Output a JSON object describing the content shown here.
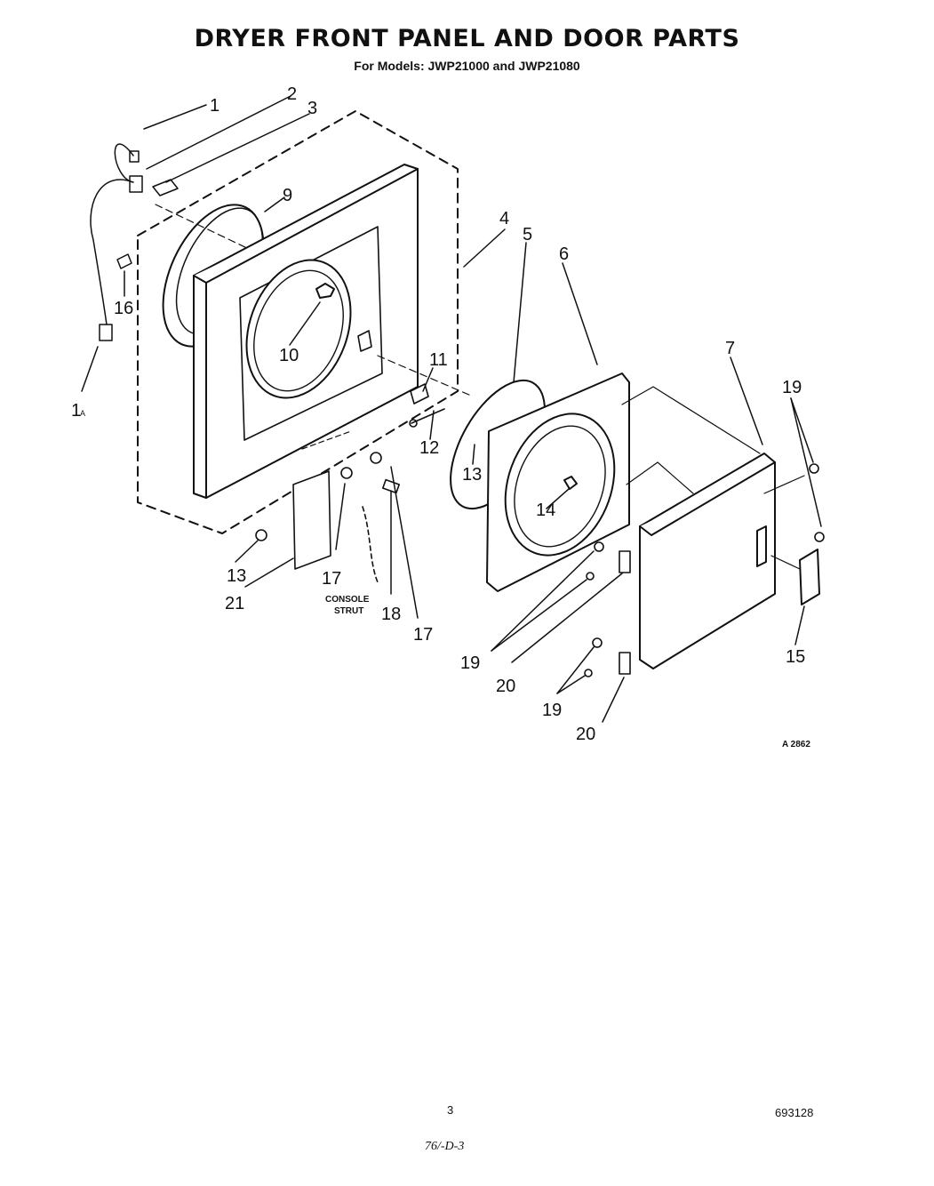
{
  "header": {
    "title": "DRYER FRONT PANEL AND DOOR PARTS",
    "subtitle": "For Models: JWP21000 and JWP21080"
  },
  "callouts": {
    "c1": "1",
    "c1a": "1",
    "c1a_sub": "A",
    "c2": "2",
    "c3": "3",
    "c4": "4",
    "c5": "5",
    "c6": "6",
    "c7": "7",
    "c9": "9",
    "c10": "10",
    "c11": "11",
    "c12": "12",
    "c13a": "13",
    "c13b": "13",
    "c14": "14",
    "c15": "15",
    "c16": "16",
    "c17a": "17",
    "c17b": "17",
    "c18": "18",
    "c19a": "19",
    "c19b": "19",
    "c19c": "19",
    "c20a": "20",
    "c20b": "20",
    "c21": "21"
  },
  "labels": {
    "console_strut_line1": "CONSOLE",
    "console_strut_line2": "STRUT",
    "diagram_code": "A 2862"
  },
  "footer": {
    "page_number": "3",
    "doc_number": "693128",
    "handwritten_note": "76/-D-3"
  }
}
